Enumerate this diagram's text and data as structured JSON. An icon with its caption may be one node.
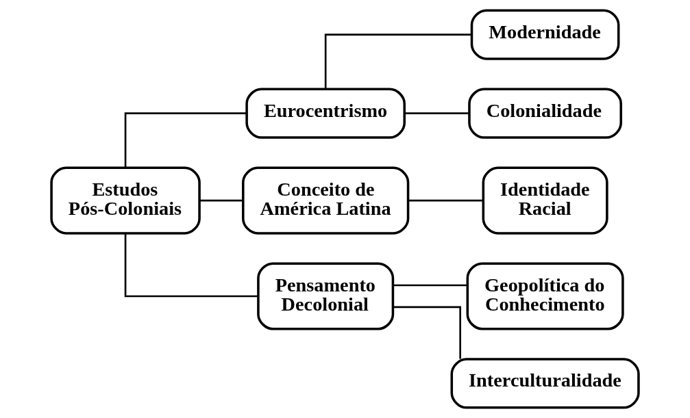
{
  "diagram": {
    "nodes": [
      {
        "text": [
          "Estudos Pós-Coloniais"
        ]
      },
      {
        "text": [
          "Eurocentrismo"
        ]
      },
      {
        "text": [
          "Modernidade"
        ]
      },
      {
        "text": [
          "Colonialidade"
        ]
      },
      {
        "text": [
          "Conceito de América Latina"
        ]
      },
      {
        "text": [
          "Identidade Racial"
        ]
      },
      {
        "text": [
          "Pensamento Decolonial"
        ]
      },
      {
        "text": [
          "Geopolítica do Conhecimento"
        ]
      },
      {
        "text": [
          "Interculturalidade"
        ]
      }
    ],
    "edges": [
      {
        "from": 0,
        "to": 1,
        "arrow": "none"
      },
      {
        "from": 1,
        "to": 2,
        "arrow": "none"
      },
      {
        "from": 1,
        "to": 3,
        "arrow": "none"
      },
      {
        "from": 0,
        "to": 4,
        "arrow": "none"
      },
      {
        "from": 4,
        "to": 5,
        "arrow": "none"
      },
      {
        "from": 0,
        "to": 6,
        "arrow": "none"
      },
      {
        "from": 6,
        "to": 7,
        "arrow": "none"
      },
      {
        "from": 6,
        "to": 8,
        "arrow": "none"
      }
    ]
  }
}
